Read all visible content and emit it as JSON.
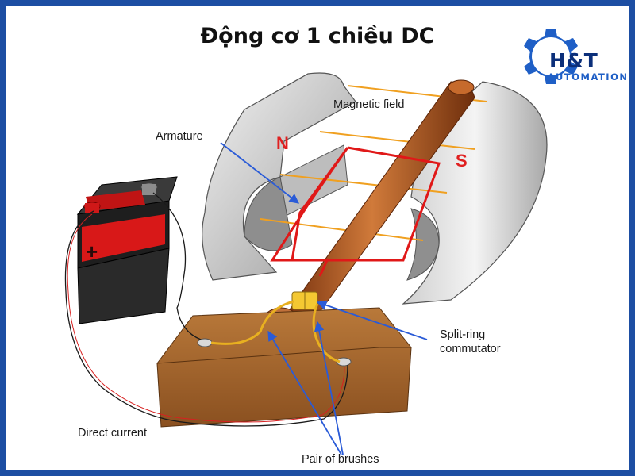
{
  "title": "Động cơ 1 chiều DC",
  "logo": {
    "name": "H&T",
    "subtitle": "AUTOMATION",
    "icon": "gear-icon"
  },
  "labels": {
    "magnetic_field": "Magnetic field",
    "armature": "Armature",
    "pole_north": "N",
    "pole_south": "S",
    "battery_plus": "+",
    "split_ring_line1": "Split-ring",
    "split_ring_line2": "commutator",
    "direct_current": "Direct current",
    "brushes": "Pair of brushes"
  },
  "colors": {
    "border": "#1d4ea3",
    "pole_text": "#e02020",
    "armature_wire": "#e01818",
    "field_lines": "#f0a020",
    "pointer": "#2a5bd7",
    "shaft": "#b85a1e",
    "base": "#a86a2c"
  }
}
